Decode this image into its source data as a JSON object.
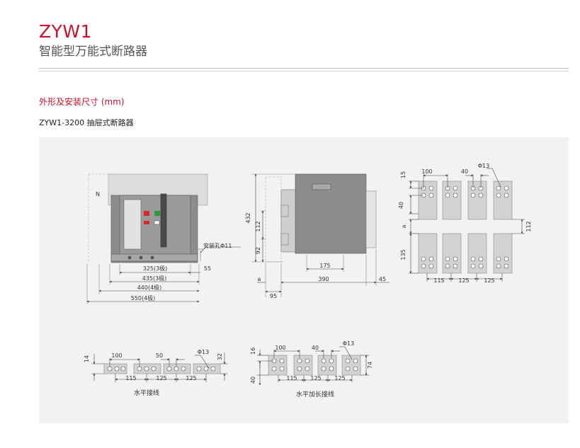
{
  "header": {
    "title": "ZYW1",
    "subtitle": "智能型万能式断路器"
  },
  "section": {
    "title": "外形及安装尺寸 (mm)",
    "model": "ZYW1-3200 抽屉式断路器"
  },
  "front_view": {
    "n_label": "N",
    "hole_label": "安装孔Φ11",
    "dim_325": "325(3极)",
    "dim_55": "55",
    "dim_435": "435(3极)",
    "dim_440": "440(4极)",
    "dim_550": "550(4极)"
  },
  "side_view": {
    "dim_432": "432",
    "dim_112": "112",
    "dim_92": "92",
    "dim_175": "175",
    "dim_a": "a",
    "dim_390": "390",
    "dim_45": "45",
    "dim_95": "95"
  },
  "terminal_view": {
    "dim_15": "15",
    "dim_100": "100",
    "dim_40_top": "40",
    "dim_phi13": "Φ13",
    "dim_40_side": "40",
    "dim_a": "a",
    "dim_112": "112",
    "dim_135": "135",
    "dim_115": "115",
    "dim_125a": "125",
    "dim_125b": "125"
  },
  "horizontal_view": {
    "dim_14": "14",
    "dim_100": "100",
    "dim_50": "50",
    "dim_phi13": "Φ13",
    "dim_32": "32",
    "dim_115": "115",
    "dim_125a": "125",
    "dim_125b": "125",
    "caption": "水平接线"
  },
  "extended_view": {
    "dim_16": "16",
    "dim_100": "100",
    "dim_40": "40",
    "dim_phi13": "Φ13",
    "dim_74": "74",
    "dim_40_side": "40",
    "dim_115": "115",
    "dim_125a": "125",
    "dim_125b": "125",
    "caption": "水平加长接线"
  }
}
